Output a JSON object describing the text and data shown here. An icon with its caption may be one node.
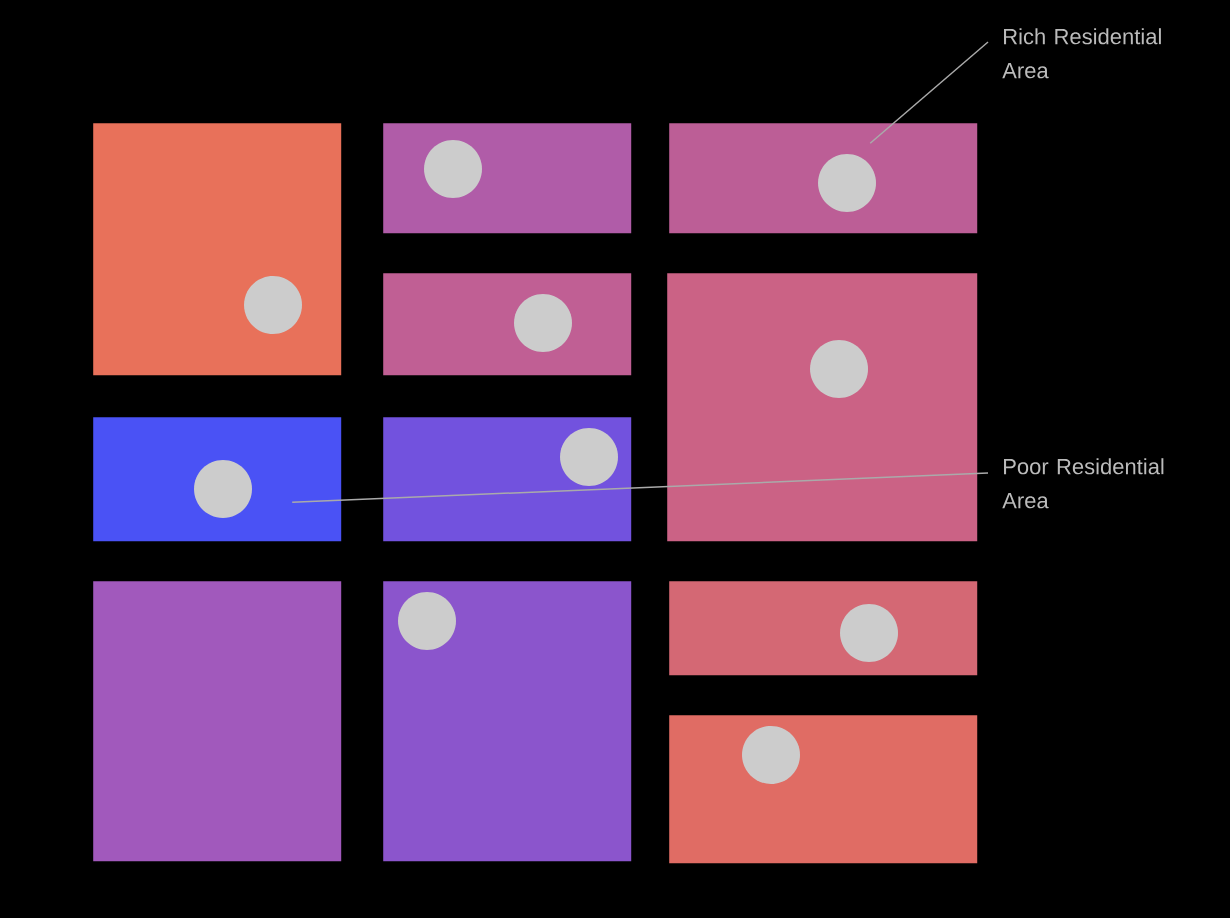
{
  "diagram": {
    "nodes": [
      {
        "text": [],
        "shape": "box"
      },
      {
        "text": [],
        "shape": "box"
      },
      {
        "text": [],
        "shape": "box"
      },
      {
        "text": [],
        "shape": "box"
      },
      {
        "text": [],
        "shape": "box"
      },
      {
        "text": [],
        "shape": "box"
      },
      {
        "text": [],
        "shape": "box"
      },
      {
        "text": [],
        "shape": "box"
      },
      {
        "text": [],
        "shape": "box"
      },
      {
        "text": [],
        "shape": "box"
      },
      {
        "text": [],
        "shape": "box"
      },
      {
        "text": [
          "Rich Residential Area"
        ]
      },
      {
        "text": [
          "Poor Residential Area"
        ]
      }
    ],
    "edges": [
      {
        "from": 11,
        "to": 2,
        "arrow": "none"
      },
      {
        "from": 12,
        "to": 5,
        "arrow": "none"
      }
    ]
  }
}
